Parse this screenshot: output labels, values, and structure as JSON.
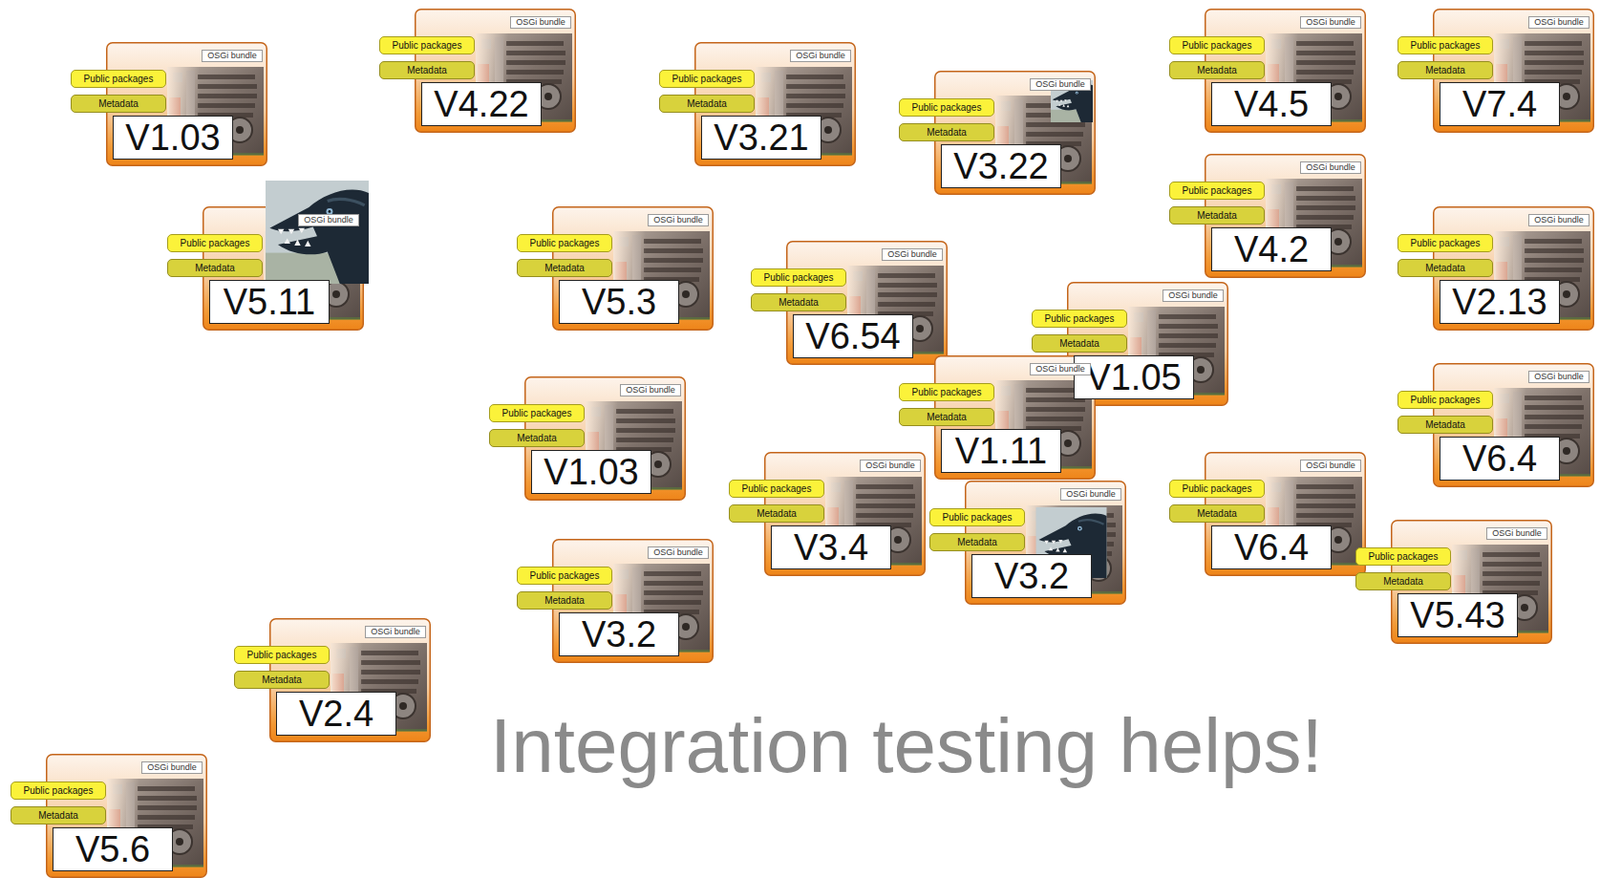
{
  "diagram": {
    "caption": "Integration testing helps!",
    "nodes": [
      {
        "text": [
          "OSGi bundle",
          "Public packages",
          "Metadata",
          "V4.22"
        ]
      },
      {
        "text": [
          "OSGi bundle",
          "Public packages",
          "Metadata",
          "V4.5"
        ]
      },
      {
        "text": [
          "OSGi bundle",
          "Public packages",
          "Metadata",
          "V7.4"
        ]
      },
      {
        "text": [
          "OSGi bundle",
          "Public packages",
          "Metadata",
          "V1.03"
        ]
      },
      {
        "text": [
          "OSGi bundle",
          "Public packages",
          "Metadata",
          "V3.21"
        ]
      },
      {
        "text": [
          "OSGi bundle",
          "Public packages",
          "Metadata",
          "V3.22"
        ]
      },
      {
        "text": [
          "OSGi bundle",
          "Public packages",
          "Metadata",
          "V4.2"
        ]
      },
      {
        "text": [
          "OSGi bundle",
          "Public packages",
          "Metadata",
          "V5.11"
        ]
      },
      {
        "text": [
          "OSGi bundle",
          "Public packages",
          "Metadata",
          "V5.3"
        ]
      },
      {
        "text": [
          "OSGi bundle",
          "Public packages",
          "Metadata",
          "V2.13"
        ]
      },
      {
        "text": [
          "OSGi bundle",
          "Public packages",
          "Metadata",
          "V6.54"
        ]
      },
      {
        "text": [
          "OSGi bundle",
          "Public packages",
          "Metadata",
          "V1.05"
        ]
      },
      {
        "text": [
          "OSGi bundle",
          "Public packages",
          "Metadata",
          "V1.11"
        ]
      },
      {
        "text": [
          "OSGi bundle",
          "Public packages",
          "Metadata",
          "V6.4"
        ]
      },
      {
        "text": [
          "OSGi bundle",
          "Public packages",
          "Metadata",
          "V1.03"
        ]
      },
      {
        "text": [
          "OSGi bundle",
          "Public packages",
          "Metadata",
          "V3.4"
        ]
      },
      {
        "text": [
          "OSGi bundle",
          "Public packages",
          "Metadata",
          "V3.2"
        ]
      },
      {
        "text": [
          "OSGi bundle",
          "Public packages",
          "Metadata",
          "V6.4"
        ]
      },
      {
        "text": [
          "OSGi bundle",
          "Public packages",
          "Metadata",
          "V5.43"
        ]
      },
      {
        "text": [
          "OSGi bundle",
          "Public packages",
          "Metadata",
          "V3.2"
        ]
      },
      {
        "text": [
          "OSGi bundle",
          "Public packages",
          "Metadata",
          "V2.4"
        ]
      },
      {
        "text": [
          "OSGi bundle",
          "Public packages",
          "Metadata",
          "V5.6"
        ]
      }
    ]
  }
}
